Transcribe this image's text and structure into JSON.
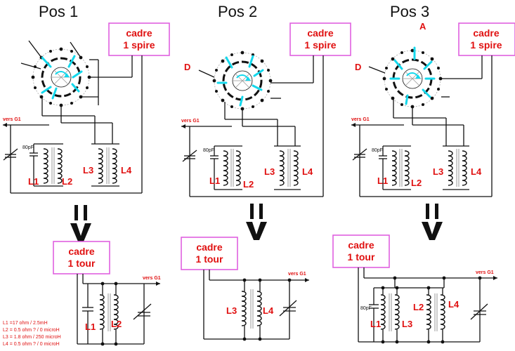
{
  "positions": [
    {
      "title": "Pos 1",
      "frame_label_1": "cadre",
      "frame_label_2": "1 spire",
      "side_marker": "",
      "top_marker": ""
    },
    {
      "title": "Pos 2",
      "frame_label_1": "cadre",
      "frame_label_2": "1 spire",
      "side_marker": "D",
      "top_marker": ""
    },
    {
      "title": "Pos 3",
      "frame_label_1": "cadre",
      "frame_label_2": "1 spire",
      "side_marker": "D",
      "top_marker": "A"
    }
  ],
  "equivalents": [
    {
      "frame_label_1": "cadre",
      "frame_label_2": "1 tour"
    },
    {
      "frame_label_1": "cadre",
      "frame_label_2": "1 tour"
    },
    {
      "frame_label_1": "cadre",
      "frame_label_2": "1 tour"
    }
  ],
  "labels": {
    "to_g1": "vers G1",
    "capacitor": "80pF",
    "l1": "L1",
    "l2": "L2",
    "l3": "L3",
    "l4": "L4"
  },
  "legend": [
    "L1 =17 ohm  /  2.5mH",
    "L2 = 0.5 ohm  ?   /  0 microH",
    "L3 = 1.8 ohm  /   250 microH",
    "L4 = 0.5 ohm ? / 0 microH"
  ],
  "colors": {
    "label_red": "#e01010",
    "frame_pink": "#e060e0",
    "switch_cyan": "#14d8ec"
  }
}
